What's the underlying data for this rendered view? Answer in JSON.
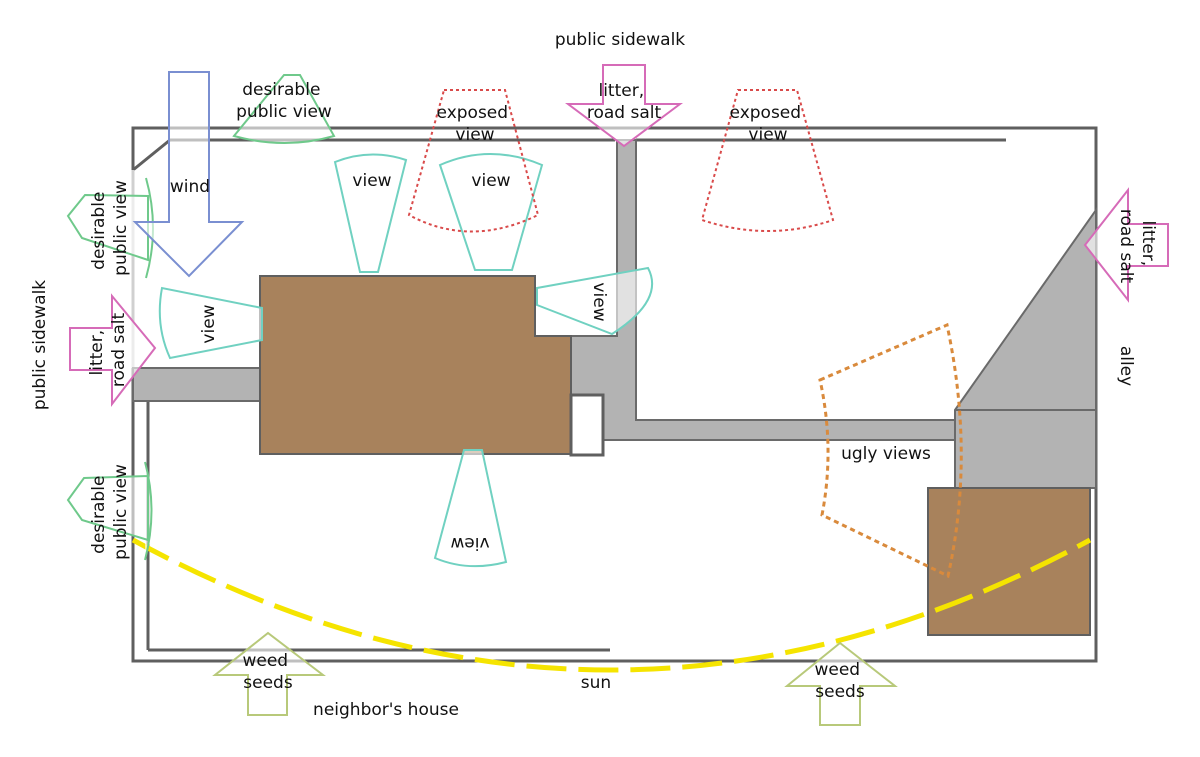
{
  "labels": {
    "top_sidewalk": "public sidewalk",
    "left_sidewalk": "public sidewalk",
    "alley": "alley",
    "wind": "wind",
    "sun": "sun",
    "neighbors_house": "neighbor's house",
    "ugly_views": "ugly views",
    "desirable_view_top": [
      "desirable",
      "public view"
    ],
    "desirable_view_left_upper": [
      "desirable",
      "public view"
    ],
    "desirable_view_left_lower": [
      "desirable",
      "public view"
    ],
    "exposed_view_1": [
      "exposed",
      "view"
    ],
    "exposed_view_2": [
      "exposed",
      "view"
    ],
    "litter_top": [
      "litter,",
      "road salt"
    ],
    "litter_left": [
      "litter,",
      "road salt"
    ],
    "litter_right": [
      "litter,",
      "road salt"
    ],
    "weed_seeds_left": [
      "weed",
      "seeds"
    ],
    "weed_seeds_right": [
      "weed",
      "seeds"
    ],
    "view": "view"
  },
  "colors": {
    "property_line": "#5f5f5f",
    "building": "#a8825c",
    "paving": "#b3b3b3",
    "view_cone": "#70d1c1",
    "desirable_view": "#6fc98b",
    "exposed_view": "#d94a4a",
    "ugly_view": "#d98a3c",
    "litter_arrow": "#d66bb8",
    "wind_arrow": "#7a8fd1",
    "weed_arrow": "#b8c97a",
    "sun_path": "#f5e400"
  }
}
